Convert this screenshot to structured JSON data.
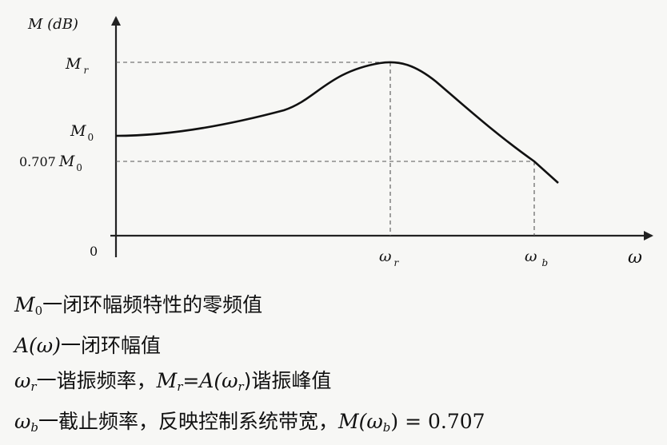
{
  "axes": {
    "y_label": "M (dB)",
    "x_label": "ω",
    "origin": "0"
  },
  "y_ticks": {
    "mr": "M r",
    "m0": "M 0",
    "m0707": "0.707 M 0"
  },
  "x_ticks": {
    "wr": "ω r",
    "wb": "ω b"
  },
  "legend": [
    {
      "symbol": "M",
      "sub": "0",
      "text": "一闭环幅频特性的零频值"
    },
    {
      "symbol": "A(ω)",
      "text": "一闭环幅值"
    },
    {
      "symbol": "ω",
      "sub": "r",
      "text": "一谐振频率，M_r=A(ω_r)谐振峰值"
    },
    {
      "symbol": "ω",
      "sub": "b",
      "text": "一截止频率，反映控制系统带宽，M(ω_b) = 0.707"
    }
  ],
  "legend_text": {
    "l1_text": "一闭环幅频特性的零频值",
    "l2_sym": "A(ω)",
    "l2_text": "一闭环幅值",
    "l3_text": "一谐振频率，",
    "l3_eq": "=A(ω",
    "l3_tail": ")谐振峰值",
    "l4_text": "一截止频率，反映控制系统带宽，",
    "l4_eq": "M(ω",
    "l4_tail": ") = 0.707"
  }
}
